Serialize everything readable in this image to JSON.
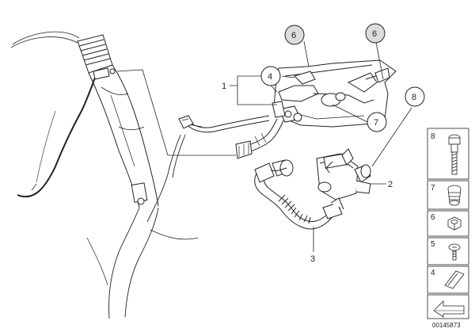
{
  "callouts": {
    "c1": "1",
    "c2": "2",
    "c3": "3",
    "c4": "4",
    "c5": "6",
    "c6": "6",
    "c7": "7",
    "c8": "8"
  },
  "legend": {
    "items": [
      {
        "num": "8",
        "icon": "bolt-with-cap-icon"
      },
      {
        "num": "7",
        "icon": "rubber-grommet-icon"
      },
      {
        "num": "6",
        "icon": "hex-nut-icon"
      },
      {
        "num": "5",
        "icon": "screw-icon"
      },
      {
        "num": "4",
        "icon": "rubber-pad-icon"
      },
      {
        "num": "",
        "icon": "arrow-pointer-icon"
      }
    ]
  },
  "image_number": "00145873",
  "colors": {
    "line": "#222222",
    "fill": "#ffffff",
    "shade": "#dcdcdc"
  }
}
